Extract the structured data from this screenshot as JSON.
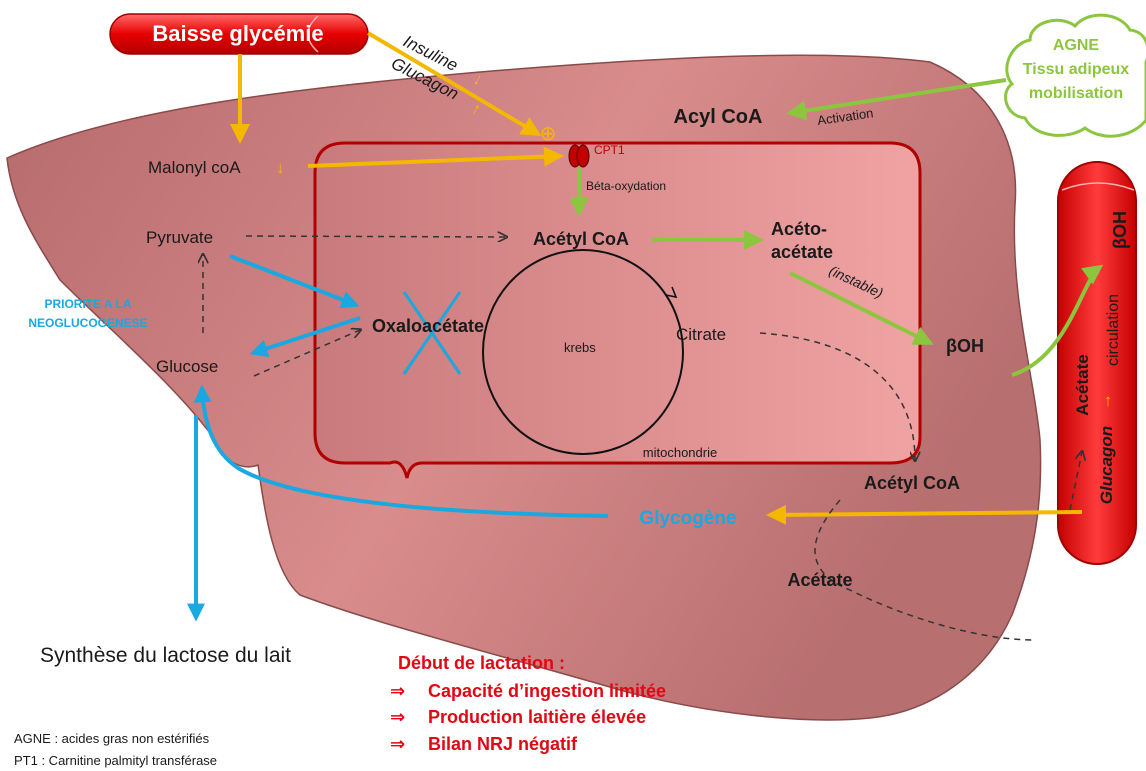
{
  "diagram": {
    "top_banner": "Baisse glycémie",
    "insuline": "Insuline",
    "insuline_arrow": "↓",
    "glucagon_top": "Glucagon",
    "glucagon_top_arrow": "↑",
    "plus_sign": "⊕",
    "cpt1": "CPT1",
    "beta_oxydation": "Béta-oxydation",
    "acyl_coa": "Acyl CoA",
    "activation": "Activation",
    "agne_cloud": {
      "line1": "AGNE",
      "line2": "Tissu adipeux",
      "line3": "mobilisation"
    },
    "malonyl": "Malonyl coA",
    "malonyl_arrow": "↓",
    "pyruvate": "Pyruvate",
    "acetyl_coa_mito": "Acétyl CoA",
    "aceto_acetate_1": "Acéto-",
    "aceto_acetate_2": "acétate",
    "instable": "(instable)",
    "boh_liver": "βOH",
    "oxaloacetate": "Oxaloacétate",
    "krebs": "krebs",
    "citrate": "Citrate",
    "glucose": "Glucose",
    "priorite_1": "PRIORITE A LA",
    "priorite_2": "NEOGLUCOGENESE",
    "mitochondrie": "mitochondrie",
    "acetyl_coa_cyto": "Acétyl CoA",
    "glycogene": "Glycogène",
    "acetate_liver": "Acétate",
    "capsule": {
      "boh": "βOH",
      "acetate": "Acétate",
      "glucagon": "Glucagon",
      "glucagon_arrow": "↑",
      "circulation": "circulation"
    },
    "synthese": "Synthèse du lactose du lait",
    "lactation": {
      "title": "Début de lactation :",
      "bullet_symbol": "⇒",
      "items": [
        "Capacité d’ingestion limitée",
        "Production laitière élevée",
        "Bilan NRJ négatif"
      ]
    },
    "legend": {
      "agne": "AGNE : acides gras non estérifiés",
      "cpt1": "PT1 : Carnitine palmityl transférase"
    }
  },
  "colors": {
    "liver_fill": "#c77b7b",
    "mito_stroke": "#b00000",
    "orange_arrow": "#f5b800",
    "green_arrow": "#8cc63f",
    "blue_arrow": "#1ba7df",
    "red_text": "#e30613"
  }
}
